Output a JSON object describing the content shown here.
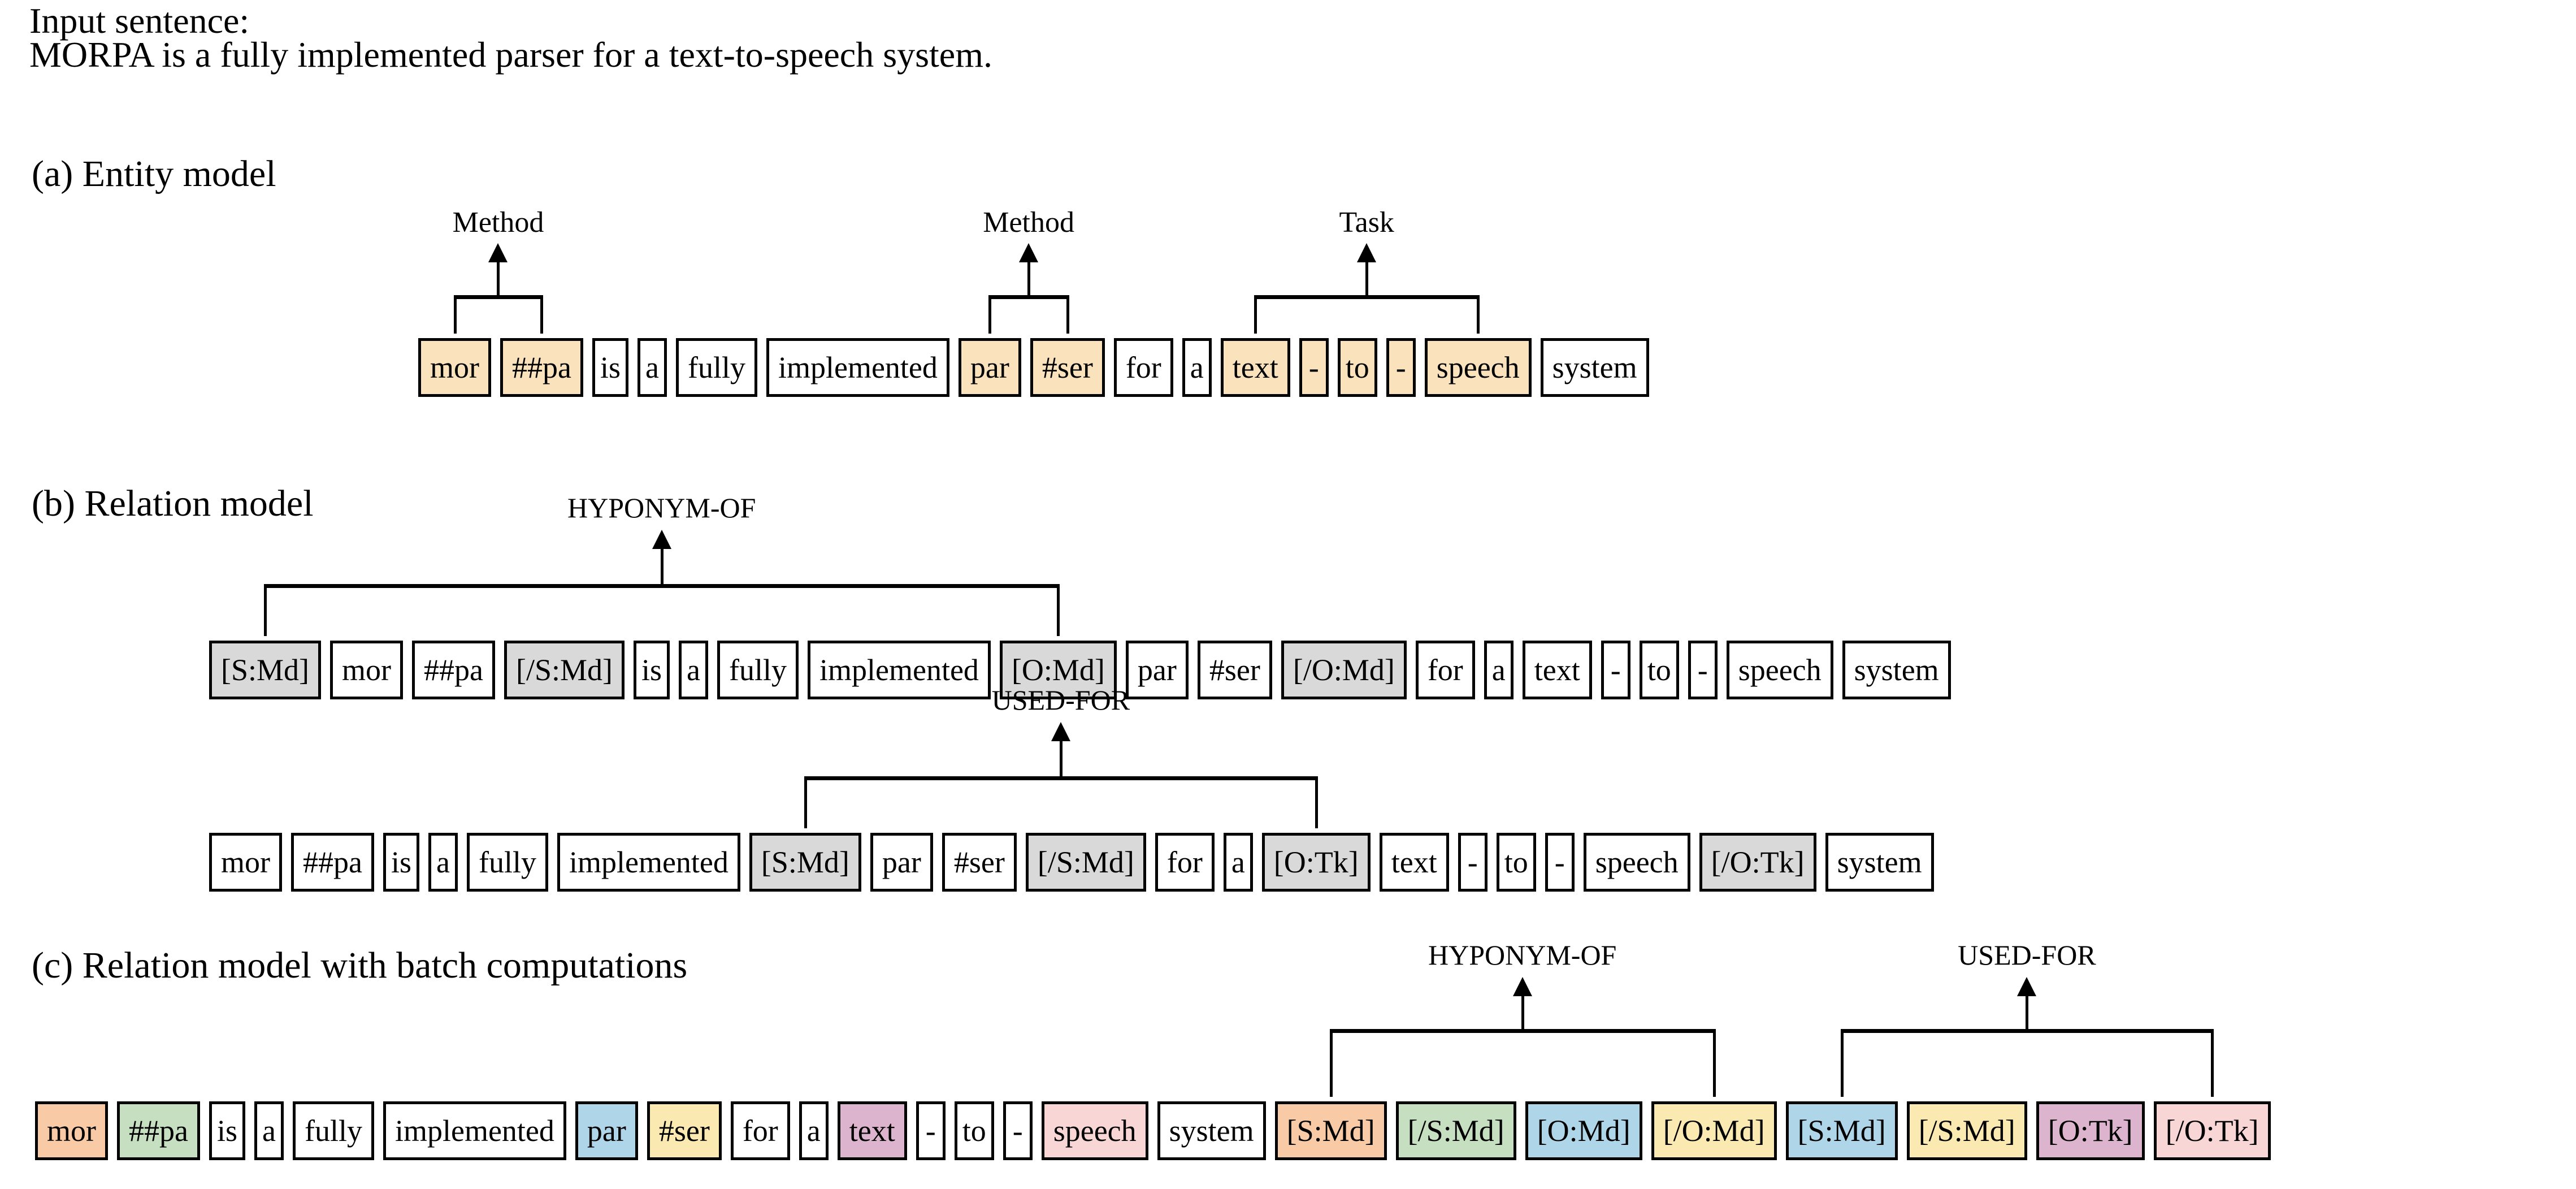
{
  "figure": {
    "input_label": "Input sentence:",
    "input_sentence": "MORPA is a fully implemented parser for a text-to-speech system.",
    "sections": {
      "a": "(a) Entity model",
      "b": "(b) Relation model",
      "c": "(c) Relation model with batch computations"
    }
  },
  "colors": {
    "entity_highlight": "#FAE3BC",
    "marker_gray": "#D9D9D9",
    "peach": "#F8CBA6",
    "green": "#C5DFC0",
    "blue": "#AFD5E8",
    "yellow": "#FBE9B2",
    "purple": "#DDB4CE",
    "pink": "#F8D6D6",
    "white": "#FFFFFF",
    "border": "#000000"
  },
  "entity_model": {
    "tokens": [
      {
        "text": "mor",
        "fill": "#FAE3BC"
      },
      {
        "text": "##pa",
        "fill": "#FAE3BC"
      },
      {
        "text": "is",
        "fill": "#FFFFFF"
      },
      {
        "text": "a",
        "fill": "#FFFFFF"
      },
      {
        "text": "fully",
        "fill": "#FFFFFF"
      },
      {
        "text": "implemented",
        "fill": "#FFFFFF"
      },
      {
        "text": "par",
        "fill": "#FAE3BC"
      },
      {
        "text": "#ser",
        "fill": "#FAE3BC"
      },
      {
        "text": "for",
        "fill": "#FFFFFF"
      },
      {
        "text": "a",
        "fill": "#FFFFFF"
      },
      {
        "text": "text",
        "fill": "#FAE3BC"
      },
      {
        "text": "-",
        "fill": "#FAE3BC"
      },
      {
        "text": "to",
        "fill": "#FAE3BC"
      },
      {
        "text": "-",
        "fill": "#FAE3BC"
      },
      {
        "text": "speech",
        "fill": "#FAE3BC"
      },
      {
        "text": "system",
        "fill": "#FFFFFF"
      }
    ],
    "annotations": [
      {
        "label": "Method",
        "span": [
          0,
          1
        ]
      },
      {
        "label": "Method",
        "span": [
          6,
          7
        ]
      },
      {
        "label": "Task",
        "span": [
          10,
          14
        ]
      }
    ]
  },
  "relation_model": {
    "rows": [
      {
        "relation": "HYPONYM-OF",
        "span": [
          0,
          8
        ],
        "tokens": [
          {
            "text": "[S:Md]",
            "fill": "#D9D9D9"
          },
          {
            "text": "mor",
            "fill": "#FFFFFF"
          },
          {
            "text": "##pa",
            "fill": "#FFFFFF"
          },
          {
            "text": "[/S:Md]",
            "fill": "#D9D9D9"
          },
          {
            "text": "is",
            "fill": "#FFFFFF"
          },
          {
            "text": "a",
            "fill": "#FFFFFF"
          },
          {
            "text": "fully",
            "fill": "#FFFFFF"
          },
          {
            "text": "implemented",
            "fill": "#FFFFFF"
          },
          {
            "text": "[O:Md]",
            "fill": "#D9D9D9"
          },
          {
            "text": "par",
            "fill": "#FFFFFF"
          },
          {
            "text": "#ser",
            "fill": "#FFFFFF"
          },
          {
            "text": "[/O:Md]",
            "fill": "#D9D9D9"
          },
          {
            "text": "for",
            "fill": "#FFFFFF"
          },
          {
            "text": "a",
            "fill": "#FFFFFF"
          },
          {
            "text": "text",
            "fill": "#FFFFFF"
          },
          {
            "text": "-",
            "fill": "#FFFFFF"
          },
          {
            "text": "to",
            "fill": "#FFFFFF"
          },
          {
            "text": "-",
            "fill": "#FFFFFF"
          },
          {
            "text": "speech",
            "fill": "#FFFFFF"
          },
          {
            "text": "system",
            "fill": "#FFFFFF"
          }
        ]
      },
      {
        "relation": "USED-FOR",
        "span": [
          6,
          12
        ],
        "tokens": [
          {
            "text": "mor",
            "fill": "#FFFFFF"
          },
          {
            "text": "##pa",
            "fill": "#FFFFFF"
          },
          {
            "text": "is",
            "fill": "#FFFFFF"
          },
          {
            "text": "a",
            "fill": "#FFFFFF"
          },
          {
            "text": "fully",
            "fill": "#FFFFFF"
          },
          {
            "text": "implemented",
            "fill": "#FFFFFF"
          },
          {
            "text": "[S:Md]",
            "fill": "#D9D9D9"
          },
          {
            "text": "par",
            "fill": "#FFFFFF"
          },
          {
            "text": "#ser",
            "fill": "#FFFFFF"
          },
          {
            "text": "[/S:Md]",
            "fill": "#D9D9D9"
          },
          {
            "text": "for",
            "fill": "#FFFFFF"
          },
          {
            "text": "a",
            "fill": "#FFFFFF"
          },
          {
            "text": "[O:Tk]",
            "fill": "#D9D9D9"
          },
          {
            "text": "text",
            "fill": "#FFFFFF"
          },
          {
            "text": "-",
            "fill": "#FFFFFF"
          },
          {
            "text": "to",
            "fill": "#FFFFFF"
          },
          {
            "text": "-",
            "fill": "#FFFFFF"
          },
          {
            "text": "speech",
            "fill": "#FFFFFF"
          },
          {
            "text": "[/O:Tk]",
            "fill": "#D9D9D9"
          },
          {
            "text": "system",
            "fill": "#FFFFFF"
          }
        ]
      }
    ]
  },
  "batch_model": {
    "tokens": [
      {
        "text": "mor",
        "fill": "#F8CBA6"
      },
      {
        "text": "##pa",
        "fill": "#C5DFC0"
      },
      {
        "text": "is",
        "fill": "#FFFFFF"
      },
      {
        "text": "a",
        "fill": "#FFFFFF"
      },
      {
        "text": "fully",
        "fill": "#FFFFFF"
      },
      {
        "text": "implemented",
        "fill": "#FFFFFF"
      },
      {
        "text": "par",
        "fill": "#AFD5E8"
      },
      {
        "text": "#ser",
        "fill": "#FBE9B2"
      },
      {
        "text": "for",
        "fill": "#FFFFFF"
      },
      {
        "text": "a",
        "fill": "#FFFFFF"
      },
      {
        "text": "text",
        "fill": "#DDB4CE"
      },
      {
        "text": "-",
        "fill": "#FFFFFF"
      },
      {
        "text": "to",
        "fill": "#FFFFFF"
      },
      {
        "text": "-",
        "fill": "#FFFFFF"
      },
      {
        "text": "speech",
        "fill": "#F8D6D6"
      },
      {
        "text": "system",
        "fill": "#FFFFFF"
      },
      {
        "text": "[S:Md]",
        "fill": "#F8CBA6"
      },
      {
        "text": "[/S:Md]",
        "fill": "#C5DFC0"
      },
      {
        "text": "[O:Md]",
        "fill": "#AFD5E8"
      },
      {
        "text": "[/O:Md]",
        "fill": "#FBE9B2"
      },
      {
        "text": "[S:Md]",
        "fill": "#AFD5E8"
      },
      {
        "text": "[/S:Md]",
        "fill": "#FBE9B2"
      },
      {
        "text": "[O:Tk]",
        "fill": "#DDB4CE"
      },
      {
        "text": "[/O:Tk]",
        "fill": "#F8D6D6"
      }
    ],
    "annotations": [
      {
        "label": "HYPONYM-OF",
        "span": [
          16,
          19
        ]
      },
      {
        "label": "USED-FOR",
        "span": [
          20,
          23
        ]
      }
    ]
  }
}
